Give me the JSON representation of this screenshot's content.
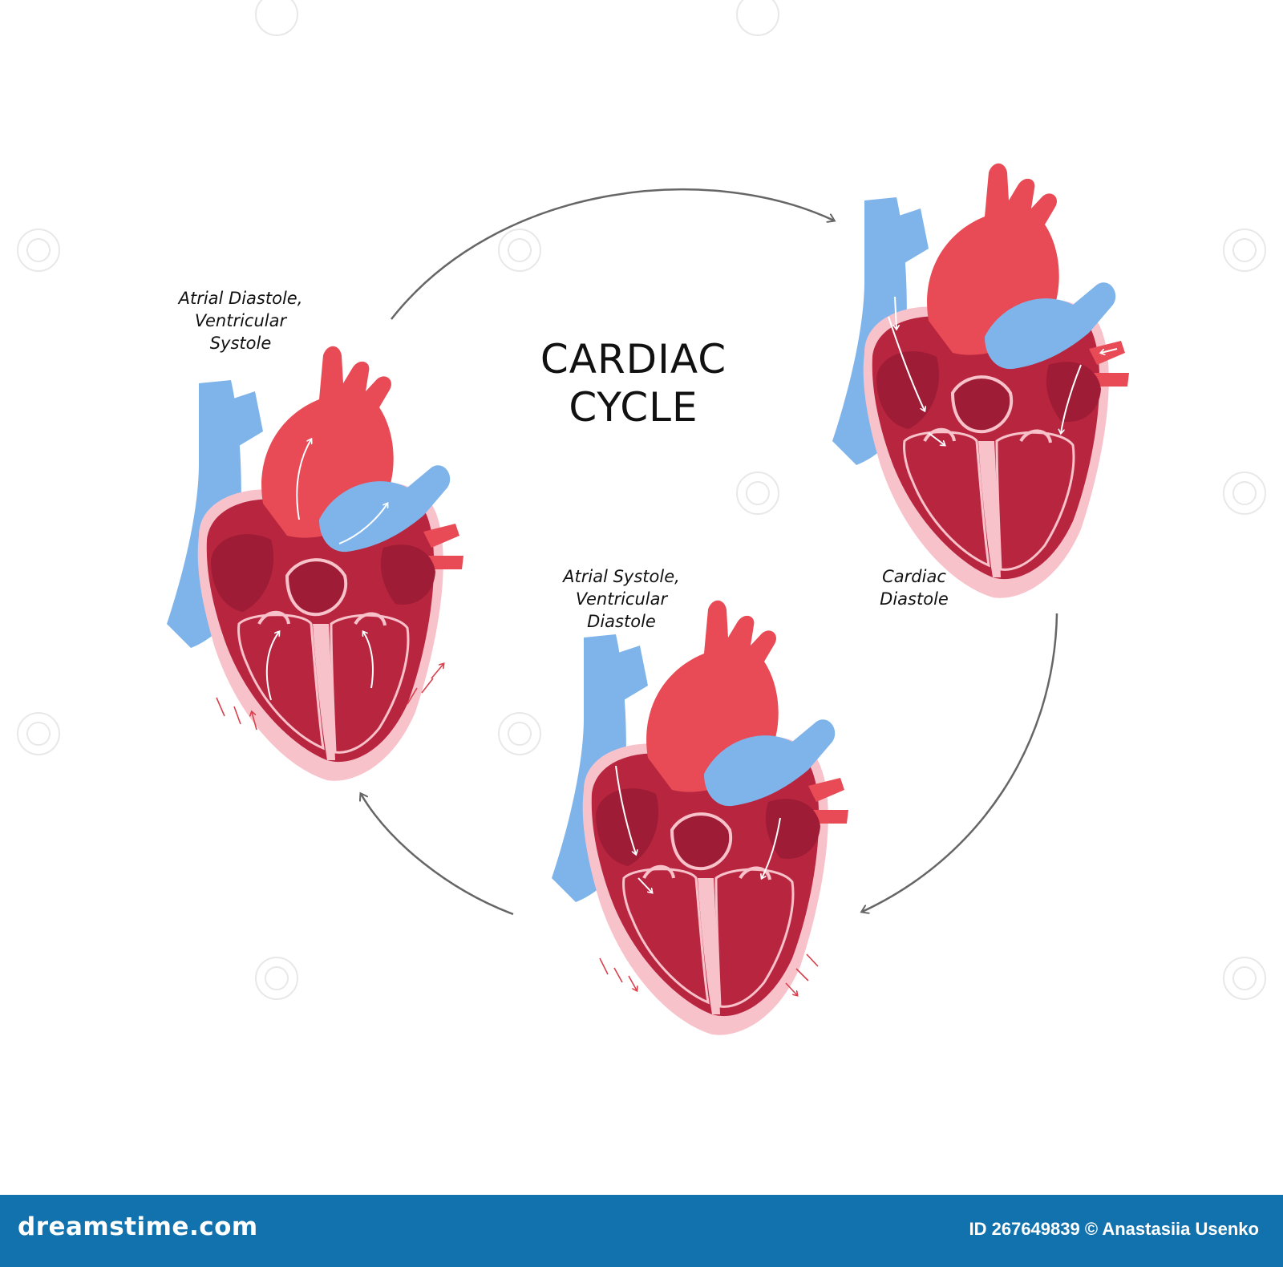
{
  "diagram": {
    "title_line1": "CARDIAC",
    "title_line2": "CYCLE",
    "stages": [
      {
        "lines": [
          "Atrial Diastole,",
          "Ventricular",
          "Systole"
        ]
      },
      {
        "lines": [
          "Atrial Systole,",
          "Ventricular",
          "Diastole"
        ]
      },
      {
        "lines": [
          "Cardiac",
          "Diastole"
        ]
      }
    ]
  },
  "colors": {
    "artery": "#e84b55",
    "vein": "#7fb4ea",
    "myocardium": "#b8253f",
    "chamber_dark": "#9e1c35",
    "outline_pink": "#f6b9c3",
    "arrow_gray": "#666666",
    "footer": "#1272ad"
  },
  "footer": {
    "brand": "dreamstime.com",
    "credit": "ID 267649839 © Anastasiia Usenko"
  }
}
